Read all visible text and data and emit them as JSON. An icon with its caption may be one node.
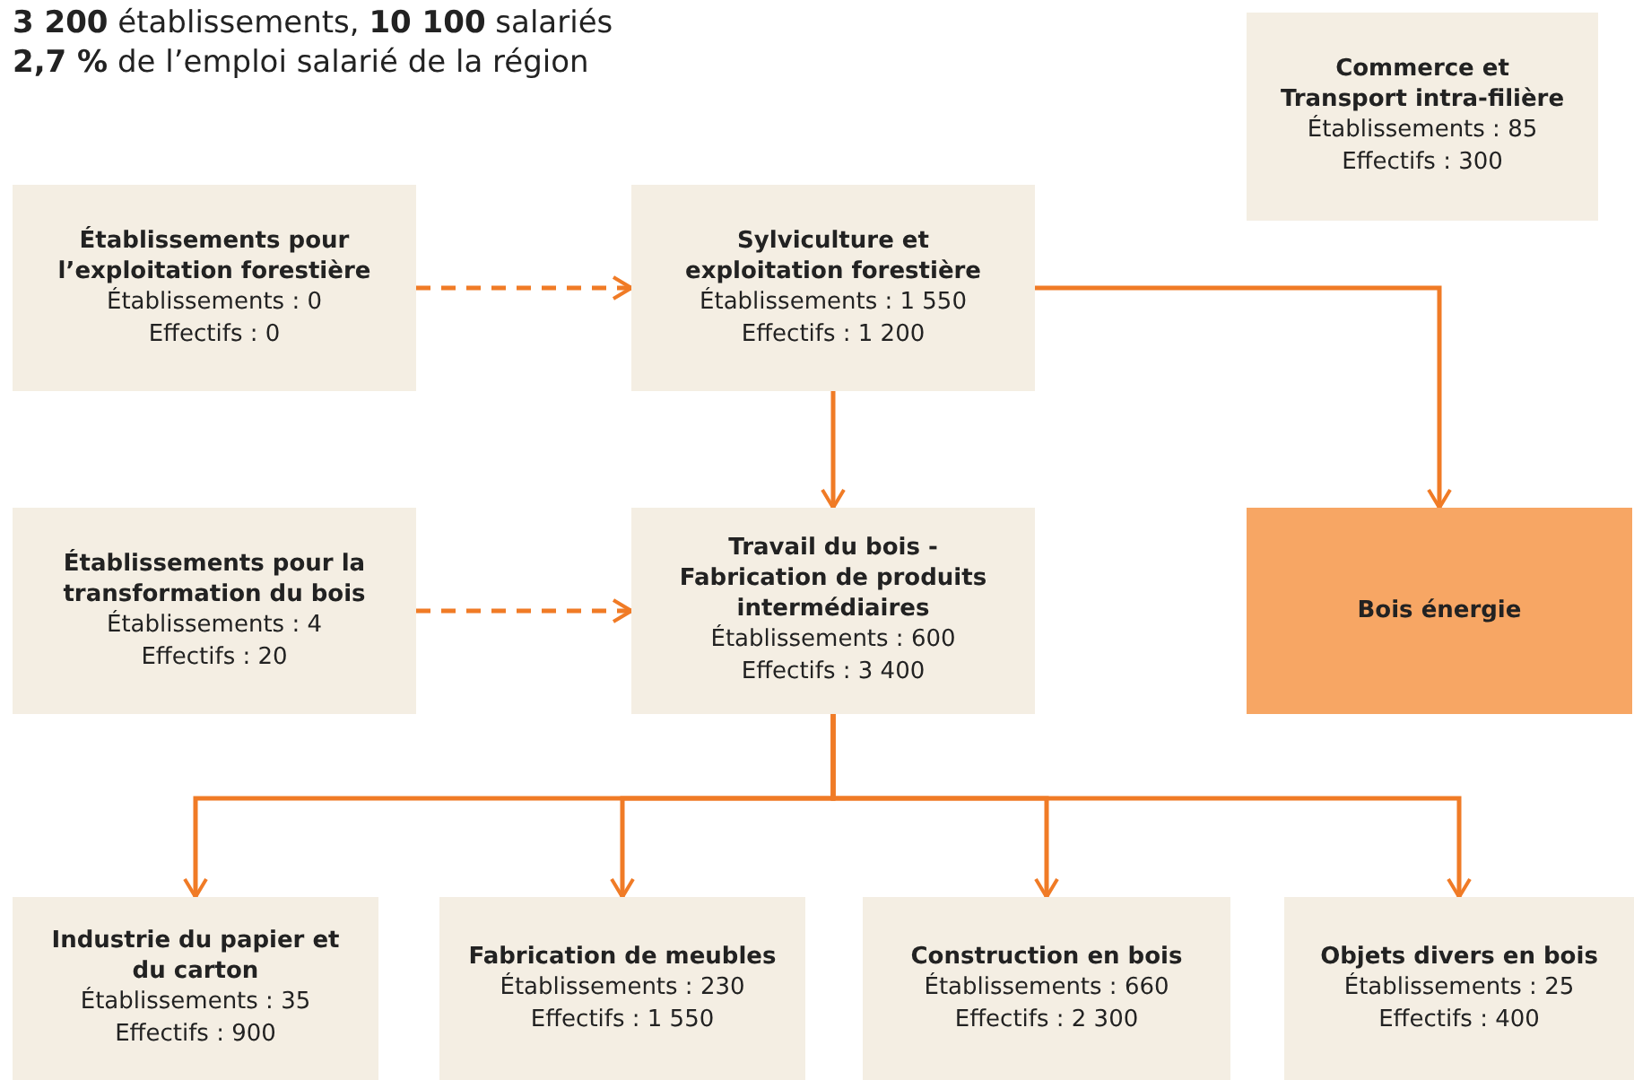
{
  "diagram": {
    "nodes": [
      {
        "text": [
          "Commerce et Transport intra-filière",
          "Établissements : 85",
          "Effectifs : 300"
        ]
      },
      {
        "text": [
          "Établissements pour l’exploitation forestière",
          "Établissements : 0",
          "Effectifs : 0"
        ]
      },
      {
        "text": [
          "Sylviculture et exploitation forestière",
          "Établissements : 1 550",
          "Effectifs : 1 200"
        ]
      },
      {
        "text": [
          "Établissements pour la transformation du bois",
          "Établissements : 4",
          "Effectifs : 20"
        ]
      },
      {
        "text": [
          "Travail du bois - Fabrication de produits intermédiaires",
          "Établissements : 600",
          "Effectifs : 3 400"
        ]
      },
      {
        "text": [
          "Bois énergie"
        ]
      },
      {
        "text": [
          "Industrie du papier et du carton",
          "Établissements : 35",
          "Effectifs : 900"
        ]
      },
      {
        "text": [
          "Fabrication de meubles",
          "Établissements : 230",
          "Effectifs : 1 550"
        ]
      },
      {
        "text": [
          "Construction en bois",
          "Établissements : 660",
          "Effectifs : 2 300"
        ]
      },
      {
        "text": [
          "Objets divers en bois",
          "Établissements : 25",
          "Effectifs : 400"
        ]
      }
    ],
    "edges": [
      {
        "from": 1,
        "to": 2,
        "arrow": "to",
        "style": "dashed"
      },
      {
        "from": 3,
        "to": 4,
        "arrow": "to",
        "style": "dashed"
      },
      {
        "from": 2,
        "to": 4,
        "arrow": "to"
      },
      {
        "from": 2,
        "to": 5,
        "arrow": "to"
      },
      {
        "from": 4,
        "to": 6,
        "arrow": "to"
      },
      {
        "from": 4,
        "to": 7,
        "arrow": "to"
      },
      {
        "from": 4,
        "to": 8,
        "arrow": "to"
      },
      {
        "from": 4,
        "to": 9,
        "arrow": "to"
      }
    ],
    "labels": [
      "**3 200** établissements, **10 100** salariés",
      "**2,7 %** de l’emploi salarié de la région"
    ]
  }
}
